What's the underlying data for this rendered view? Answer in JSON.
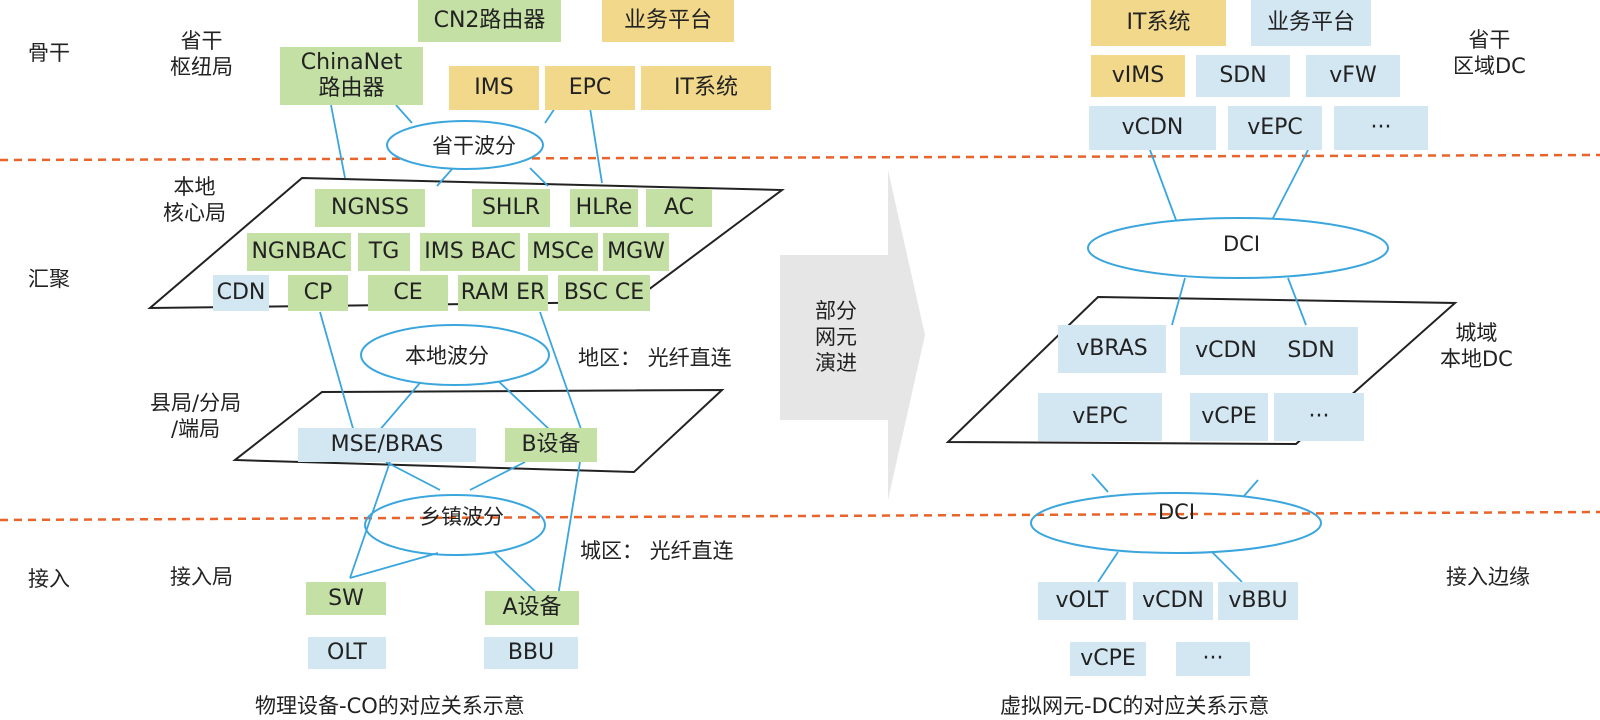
{
  "zones": {
    "backbone": "骨干",
    "aggregation": "汇聚",
    "access": "接入"
  },
  "left": {
    "provincial_hub": "省干\n枢纽局",
    "local_core": "本地\n核心局",
    "county": "县局/分局\n/端局",
    "access_office": "接入局",
    "region_fiber": "地区：  光纤直连",
    "city_fiber": "城区：  光纤直连",
    "caption": "物理设备-CO的对应关系示意",
    "ovals": {
      "provincial_wdm": "省干波分",
      "local_wdm": "本地波分",
      "town_wdm": "乡镇波分"
    },
    "boxes": {
      "cn2": "CN2路由器",
      "biz_platform": "业务平台",
      "chinanet": "ChinaNet\n路由器",
      "ims": "IMS",
      "epc": "EPC",
      "it_system": "IT系统",
      "ngnss": "NGNSS",
      "shlr": "SHLR",
      "hlre": "HLRe",
      "ac": "AC",
      "ngnbac": "NGNBAC",
      "tg": "TG",
      "ims_bac": "IMS BAC",
      "msce": "MSCe",
      "mgw": "MGW",
      "cdn": "CDN",
      "cp": "CP",
      "ce": "CE",
      "ram_er": "RAM ER",
      "bsc_ce": "BSC CE",
      "mse_bras": "MSE/BRAS",
      "b_device": "B设备",
      "sw": "SW",
      "a_device": "A设备",
      "olt": "OLT",
      "bbu": "BBU"
    }
  },
  "arrow": {
    "label": "部分\n网元\n演进"
  },
  "right": {
    "provincial_dc": "省干\n区域DC",
    "metro_dc": "城域\n本地DC",
    "edge": "接入边缘",
    "caption": "虚拟网元-DC的对应关系示意",
    "ovals": {
      "dci_top": "DCI",
      "dci_bottom": "DCI"
    },
    "boxes": {
      "it_system": "IT系统",
      "biz_platform": "业务平台",
      "vims": "vIMS",
      "sdn_top": "SDN",
      "vfw": "vFW",
      "vcdn_top": "vCDN",
      "vepc_top": "vEPC",
      "more_top": "···",
      "vbras": "vBRAS",
      "vcdn_mid": "vCDN",
      "sdn_mid": "SDN",
      "vepc_mid": "vEPC",
      "vcpe_mid": "vCPE",
      "more_mid": "···",
      "volt": "vOLT",
      "vcdn_bot": "vCDN",
      "vbbu": "vBBU",
      "vcpe_bot": "vCPE",
      "more_bot": "···"
    }
  },
  "colors": {
    "green": "#c5e0a5",
    "gold": "#f1d88a",
    "blue": "#d3e7f3",
    "line": "#3aa6dd",
    "divider": "#e8642b",
    "arrow": "#e6e6e6"
  }
}
